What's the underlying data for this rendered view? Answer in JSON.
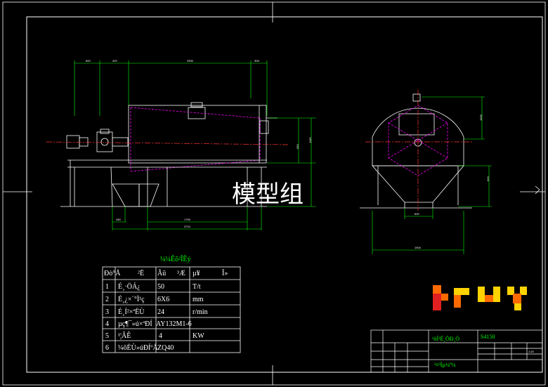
{
  "watermark": "模型组",
  "table": {
    "title": "¼¼Êõ²ÎÊý",
    "header": [
      "Ðò°Å",
      "²Ë",
      "Ãû",
      "³Æ",
      "µ¥",
      "Î»"
    ],
    "rows": [
      {
        "no": "1",
        "name": "É¸·ÖÁ¿",
        "value": "50",
        "unit": "T/t"
      },
      {
        "no": "2",
        "name": "É¸¿×´°Ì¹ç",
        "value": "6X6",
        "unit": "mm"
      },
      {
        "no": "3",
        "name": "É¸Í²×ªËÙ",
        "value": "24",
        "unit": "r/min"
      },
      {
        "no": "4",
        "name": "µç¶¯»ú×ªÐÍ",
        "value": "AY132M1-6",
        "unit": ""
      },
      {
        "no": "5",
        "name": "¹¦ÂÊ",
        "value": "4",
        "unit": "KW"
      },
      {
        "no": "6",
        "name": "¼õËÙ»úÐÍºÅ",
        "value": "ZQ40",
        "unit": ""
      }
    ]
  },
  "title_block": {
    "name_garbled": "¹öÍ²É¸ÖÐ¸Ó",
    "code": "S4150",
    "subtitle_garbled": "¹¤³Ìµ¼º¼",
    "scale": "1:20"
  },
  "dimensions": {
    "top": [
      "600",
      "420",
      "2900",
      "308"
    ],
    "bottom": [
      "1700",
      "3710",
      "280"
    ],
    "right": [
      "1590",
      "550",
      "1165"
    ],
    "side_right": [
      "1500",
      "620"
    ],
    "side_bottom": [
      "1904",
      "600"
    ]
  },
  "colors": {
    "frame": "#ffffff",
    "dim": "#00ff00",
    "hidden": "#ff00ff",
    "center": "#ff3333",
    "table_line": "#ffffff",
    "logo_orange": "#ff6a00",
    "logo_yellow": "#ffd200",
    "logo_red": "#e02020"
  }
}
